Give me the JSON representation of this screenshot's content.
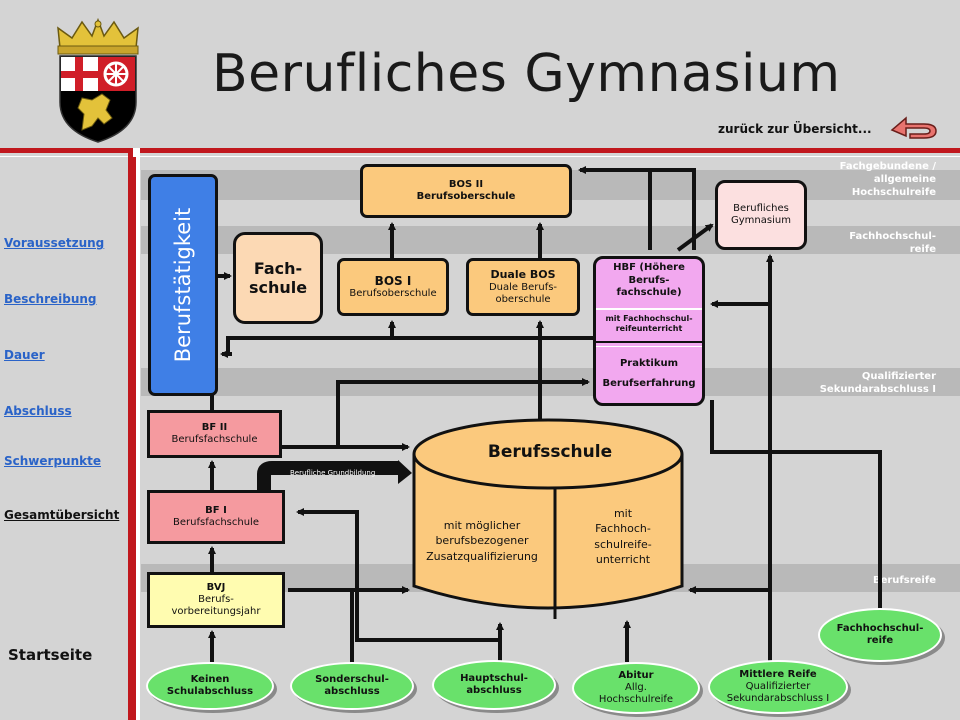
{
  "header": {
    "title": "Berufliches Gymnasium",
    "back_link": "zurück zur Übersicht..."
  },
  "sidebar": {
    "items": [
      {
        "label": "Voraussetzung"
      },
      {
        "label": "Beschreibung"
      },
      {
        "label": "Dauer"
      },
      {
        "label": "Abschluss"
      },
      {
        "label": "Schwerpunkte"
      },
      {
        "label": "Gesamtübersicht"
      }
    ],
    "start": "Startseite"
  },
  "levels": {
    "hochschulreife": "Fachgebundene / allgemeine Hochschulreife",
    "fachhochschulreife": "Fachhochschul- reife",
    "sek1": "Qualifizierter Sekundarabschluss I",
    "berufsreife": "Berufsreife"
  },
  "diagram": {
    "berufstaetigkeit": "Berufstätigkeit",
    "fachschule": "Fach- schule",
    "bos2": {
      "title": "BOS II",
      "sub": "Berufsoberschule"
    },
    "bos1": {
      "title": "BOS I",
      "sub": "Berufsoberschule"
    },
    "duale_bos": {
      "title": "Duale BOS",
      "sub": "Duale Berufs- oberschule"
    },
    "bg": {
      "title": "Berufliches Gymnasium"
    },
    "hbf": {
      "title": "HBF (Höhere Berufs- fachschule)",
      "sub": "mit Fachhochschul- reifeunterricht",
      "praktikum": "Praktikum",
      "erfahrung": "Berufserfahrung"
    },
    "bf2": {
      "title": "BF II",
      "sub": "Berufsfachschule"
    },
    "bf1": {
      "title": "BF I",
      "sub": "Berufsfachschule"
    },
    "bvj": {
      "title": "BVJ",
      "sub": "Berufs- vorbereitungsjahr"
    },
    "grundbildung": "Berufliche Grundbildung",
    "berufsschule": {
      "title": "Berufsschule",
      "left": "mit möglicher berufsbezogener Zusatzqualifizierung",
      "right": "mit Fachhoch- schulreife- unterricht"
    }
  },
  "entries": {
    "keinen": "Keinen Schulabschluss",
    "sonderschul": "Sonderschul- abschluss",
    "hauptschul": "Hauptschul- abschluss",
    "abitur_title": "Abitur",
    "abitur_sub": "Allg. Hochschulreife",
    "mittlere_title": "Mittlere Reife",
    "mittlere_sub": "Qualifizierter Sekundarabschluss I",
    "fhr": "Fachhochschul- reife"
  },
  "colors": {
    "orange": "#fbc97d",
    "pink": "#f59a9f",
    "yellow": "#fffcb0",
    "violet": "#f2a8ef",
    "green": "#69e16b",
    "blue_box": "#3f7fe6",
    "frame_red": "#c0171d"
  }
}
